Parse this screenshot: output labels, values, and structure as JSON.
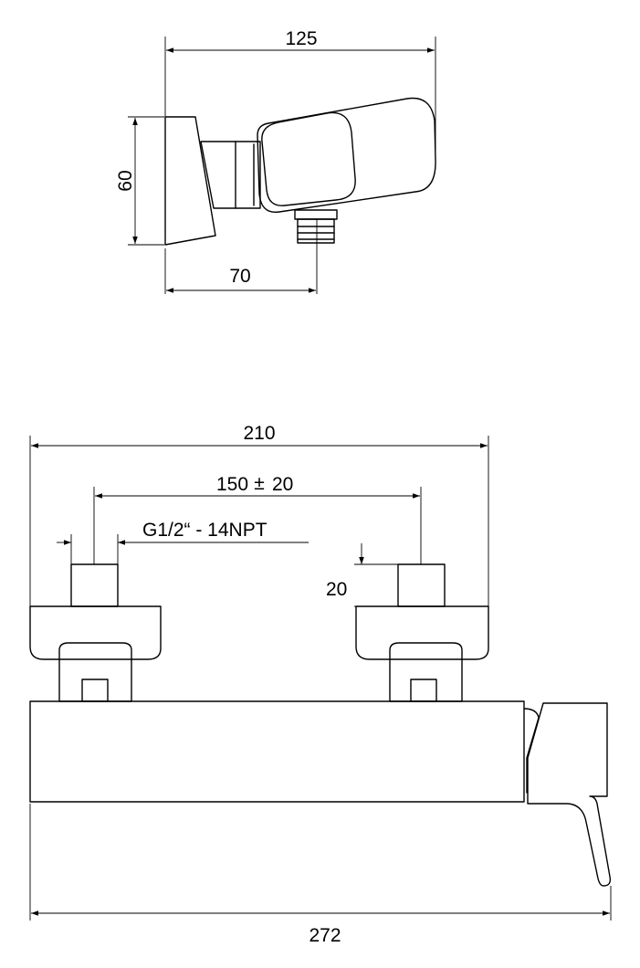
{
  "drawing": {
    "side_view": {
      "width": "125",
      "height": "60",
      "depth": "70"
    },
    "front_view": {
      "inlet_spacing": "210",
      "adjust_value": "150",
      "adjust_tol_symbol": "±",
      "adjust_tol": "20",
      "thread": "G1/2“ - 14NPT",
      "connector_height": "20",
      "overall_width": "272"
    }
  }
}
